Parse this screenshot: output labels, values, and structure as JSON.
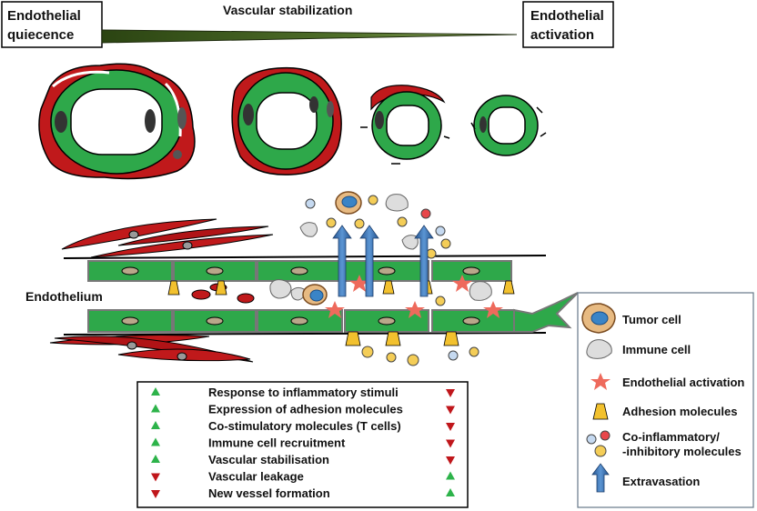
{
  "header": {
    "left_box": [
      "Endothelial",
      "quiecence"
    ],
    "center_label": "Vascular stabilization",
    "right_box": [
      "Endothelial",
      "activation"
    ]
  },
  "side_label": "Endothelium",
  "comparison_table": {
    "rows": [
      {
        "text": "Response to inflammatory stimuli",
        "left": "up",
        "right": "down"
      },
      {
        "text": "Expression of adhesion molecules",
        "left": "up",
        "right": "down"
      },
      {
        "text": "Co-stimulatory molecules (T cells)",
        "left": "up",
        "right": "down"
      },
      {
        "text": "Immune cell recruitment",
        "left": "up",
        "right": "down"
      },
      {
        "text": "Vascular stabilisation",
        "left": "up",
        "right": "down"
      },
      {
        "text": "Vascular leakage",
        "left": "down",
        "right": "up"
      },
      {
        "text": "New vessel formation",
        "left": "down",
        "right": "up"
      }
    ]
  },
  "legend": {
    "items": [
      {
        "icon": "tumor-cell-icon",
        "lines": [
          "Tumor cell"
        ]
      },
      {
        "icon": "immune-cell-icon",
        "lines": [
          "Immune cell"
        ]
      },
      {
        "icon": "star-icon",
        "lines": [
          "Endothelial activation"
        ]
      },
      {
        "icon": "adhesion-molecule-icon",
        "lines": [
          "Adhesion molecules"
        ]
      },
      {
        "icon": "molecules-icon",
        "lines": [
          "Co-inflammatory/",
          "-inhibitory molecules"
        ]
      },
      {
        "icon": "arrow-up-icon",
        "lines": [
          "Extravasation"
        ]
      }
    ]
  },
  "colors": {
    "endothelium_green": "#2ea84a",
    "pericyte_red": "#c0191b",
    "up_green": "#2db34a",
    "down_red": "#c0161b",
    "star": "#ee6a5c",
    "adhesion": "#f2c12e",
    "arrow_blue": "#3b77b9",
    "wedge_dark": "#3c5718"
  }
}
